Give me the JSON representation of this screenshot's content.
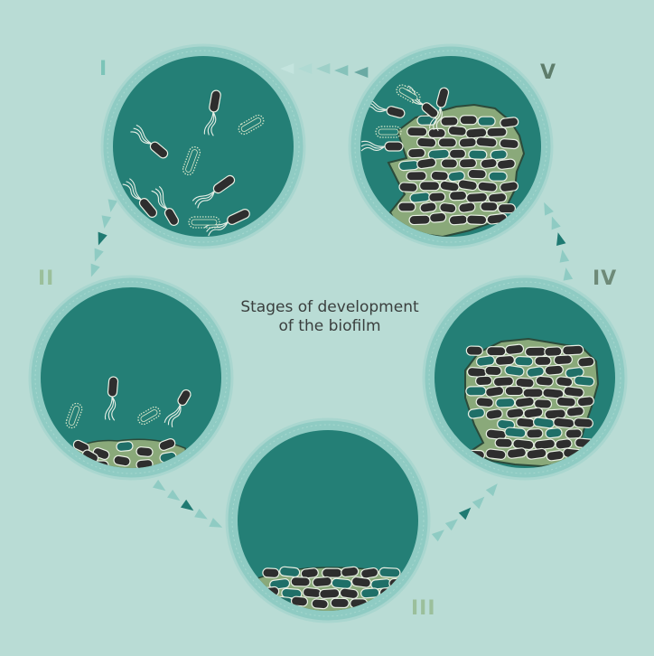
{
  "title": {
    "line1": "Stages of development",
    "line2": "of the biofilm"
  },
  "stages": [
    {
      "label": "I",
      "color": "#7cc4b8"
    },
    {
      "label": "II",
      "color": "#9bbf9b"
    },
    {
      "label": "III",
      "color": "#9bbf9b"
    },
    {
      "label": "IV",
      "color": "#6e8a78"
    },
    {
      "label": "V",
      "color": "#5e7d6b"
    }
  ],
  "colors": {
    "background": "#b9dcd5",
    "ring": "#8fcbc3",
    "ring_edge": "#a9d6cf",
    "inner": "#247f76",
    "matrix": "#8aa97a",
    "matrix_edge": "#2b4a3a",
    "cell_dark": "#2e2e2e",
    "cell_teal": "#1f6f68",
    "arrow_light": "#8fcbc3",
    "arrow_dark": "#1f7a72"
  },
  "icons": [
    "planktonic-bacterium-icon",
    "flagellum-icon",
    "biofilm-matrix-icon",
    "cycle-arrow-icon"
  ]
}
